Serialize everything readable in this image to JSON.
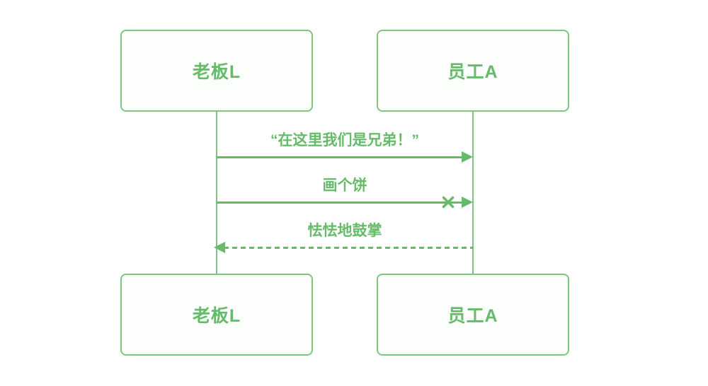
{
  "diagram": {
    "type": "sequence-diagram",
    "colors": {
      "accent": "#66bb6a",
      "border": "#7cc67f",
      "box_fill": "#fbfefb",
      "background": "#ffffff"
    },
    "actors": [
      {
        "label": "老板L"
      },
      {
        "label": "员工A"
      }
    ],
    "messages": [
      {
        "label": "“在这里我们是兄弟！”",
        "from": "老板L",
        "to": "员工A",
        "direction": "right",
        "line_style": "solid",
        "end_marker": "arrow"
      },
      {
        "label": "画个饼",
        "from": "老板L",
        "to": "员工A",
        "direction": "right",
        "line_style": "solid",
        "end_marker": "cross-arrow"
      },
      {
        "label": "怯怯地鼓掌",
        "from": "员工A",
        "to": "老板L",
        "direction": "left",
        "line_style": "dashed",
        "end_marker": "arrow"
      }
    ]
  }
}
